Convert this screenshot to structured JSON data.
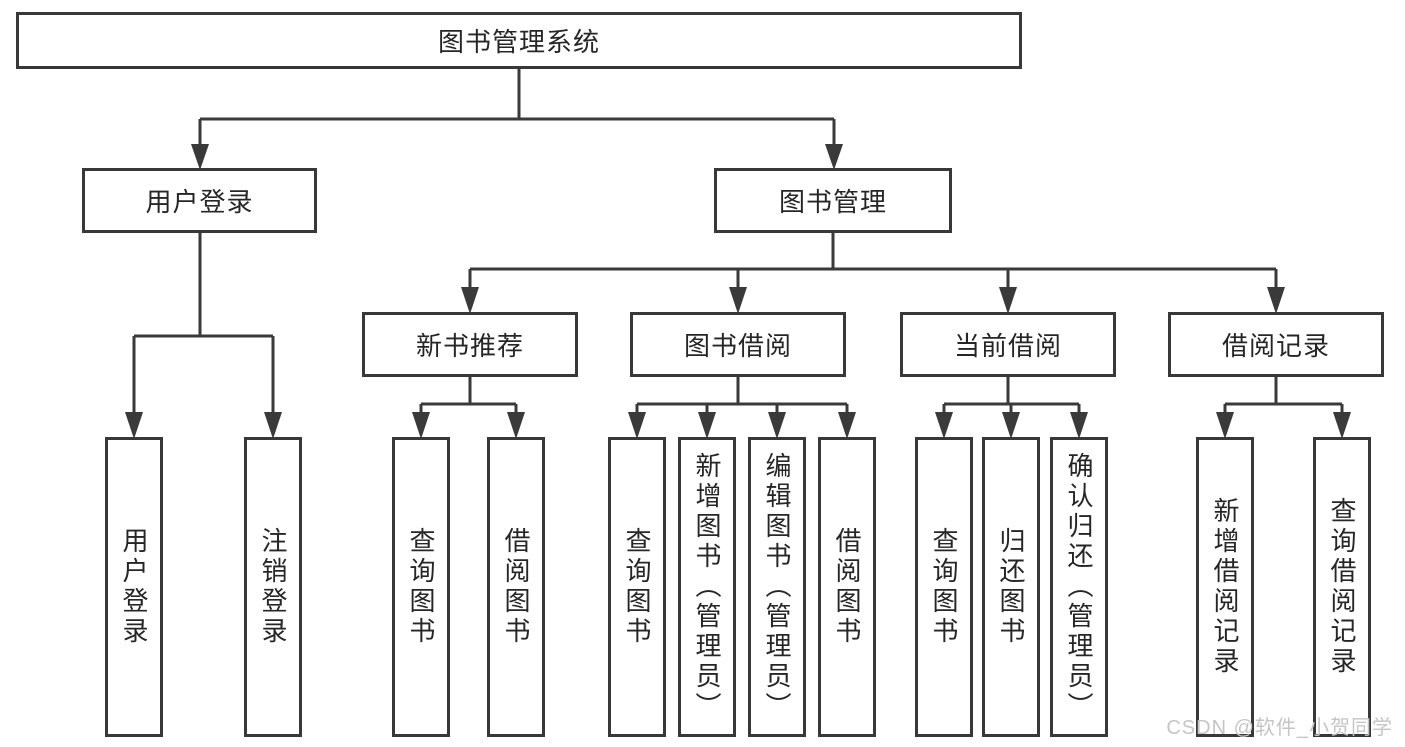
{
  "root": {
    "label": "图书管理系统"
  },
  "level2": [
    {
      "label": "用户登录"
    },
    {
      "label": "图书管理"
    }
  ],
  "level3": [
    {
      "label": "新书推荐"
    },
    {
      "label": "图书借阅"
    },
    {
      "label": "当前借阅"
    },
    {
      "label": "借阅记录"
    }
  ],
  "leaves": {
    "login": [
      "用户登录",
      "注销登录"
    ],
    "recommend": [
      "查询图书",
      "借阅图书"
    ],
    "borrow": [
      "查询图书",
      "新增图书（管理员）",
      "编辑图书（管理员）",
      "借阅图书"
    ],
    "current": [
      "查询图书",
      "归还图书",
      "确认归还（管理员）"
    ],
    "records": [
      "新增借阅记录",
      "查询借阅记录"
    ]
  },
  "watermark": "CSDN @软件_小贺同学",
  "colors": {
    "line": "#3a3a3a",
    "border": "#383838",
    "text": "#262626",
    "box_background": "#ffffff",
    "watermark": "#c5c5c5"
  }
}
